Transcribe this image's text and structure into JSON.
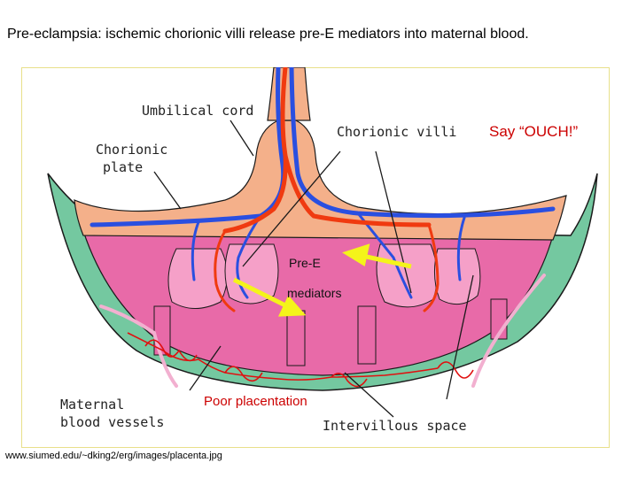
{
  "title": "Pre-eclampsia: ischemic chorionic villi release pre-E mediators into maternal blood.",
  "labels": {
    "umbilical_cord": "Umbilical cord",
    "chorionic_plate_1": "Chorionic",
    "chorionic_plate_2": "plate",
    "chorionic_villi": "Chorionic villi",
    "say_ouch": "Say “OUCH!”",
    "pre_e_1": "Pre-E",
    "pre_e_2": "mediators",
    "maternal_1": "Maternal",
    "maternal_2": "blood vessels",
    "poor_placentation": "Poor placentation",
    "intervillous_space": "Intervillous space"
  },
  "source": "www.siumed.edu/~dking2/erg/images/placenta.jpg",
  "colors": {
    "decidua": "#74c8a0",
    "intervillous": "#e86aa8",
    "chorionic_plate": "#f4b08a",
    "artery": "#2a4fe0",
    "vein": "#f03a10",
    "arrow_yellow": "#f4f41a",
    "frame": "#e8e08a",
    "red_text": "#cc0000"
  }
}
